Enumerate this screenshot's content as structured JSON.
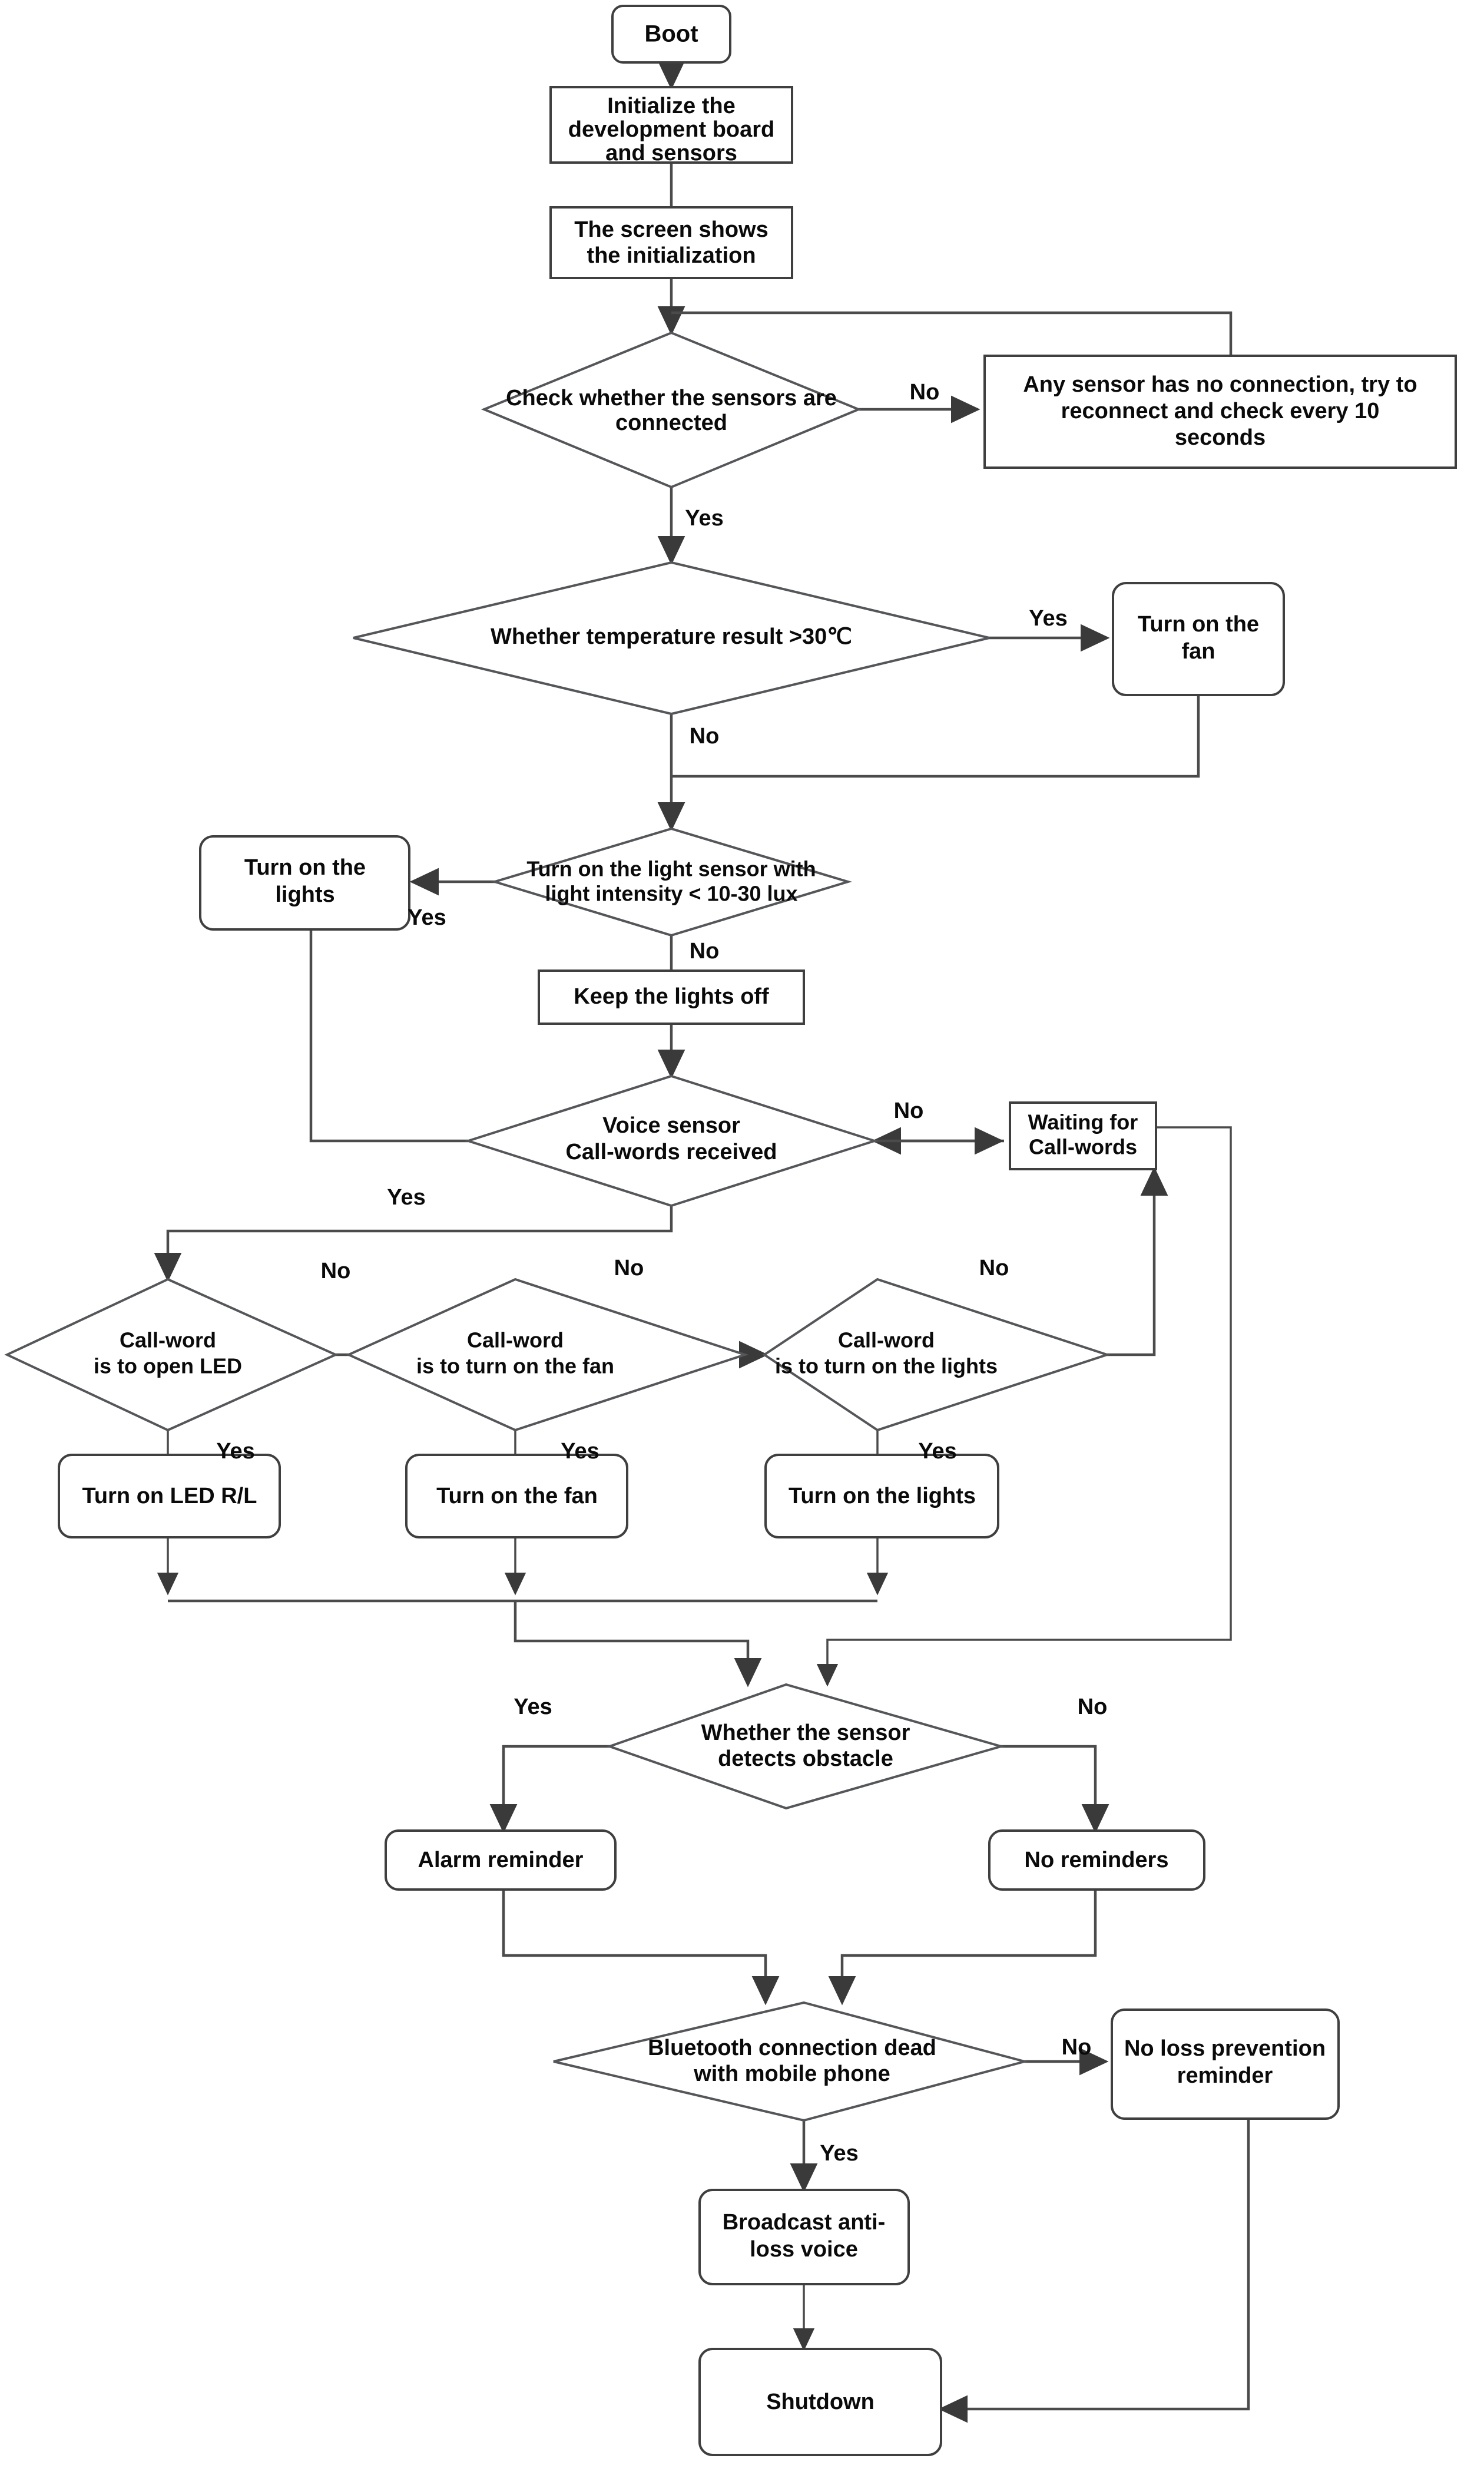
{
  "diagram": {
    "title": "Smart device firmware control flowchart",
    "type": "flowchart",
    "colors": {
      "background": "#ffffff",
      "node_stroke": "#3f3f3f",
      "diamond_stroke": "#55565a",
      "edge_stroke": "#4b4b4b",
      "text": "#0a0a0a"
    },
    "nodes": {
      "boot": {
        "label": "Boot",
        "shape": "rounded-rect"
      },
      "init": {
        "line1": "Initialize the",
        "line2": "development board",
        "line3": "and sensors",
        "shape": "rect"
      },
      "screen_init": {
        "line1": "The screen shows",
        "line2": "the initialization",
        "shape": "rect"
      },
      "check_sensors": {
        "line1": "Check whether the sensors are",
        "line2": "connected",
        "shape": "diamond"
      },
      "no_connection": {
        "line1": "Any sensor has no connection, try to",
        "line2": "reconnect and check every 10",
        "line3": "seconds",
        "shape": "rect"
      },
      "temp_check": {
        "line1": "Whether temperature result >30℃",
        "shape": "diamond"
      },
      "turn_on_fan_temp": {
        "line1": "Turn on the",
        "line2": "fan",
        "shape": "rounded-rect"
      },
      "light_sensor": {
        "line1": "Turn on the light sensor with",
        "line2": "light intensity < 10-30 lux",
        "shape": "diamond"
      },
      "turn_on_lights_auto": {
        "line1": "Turn on the",
        "line2": "lights",
        "shape": "rounded-rect"
      },
      "keep_lights_off": {
        "line1": "Keep the lights off",
        "shape": "rect"
      },
      "voice_sensor": {
        "line1": "Voice sensor",
        "line2": "Call-words received",
        "shape": "diamond"
      },
      "waiting_callwords": {
        "line1": "Waiting for",
        "line2": "Call-words",
        "shape": "rect"
      },
      "cw_led": {
        "line1": "Call-word",
        "line2": "is to open LED",
        "shape": "diamond"
      },
      "cw_fan": {
        "line1": "Call-word",
        "line2": "is to turn on the fan",
        "shape": "diamond"
      },
      "cw_lights": {
        "line1": "Call-word",
        "line2": "is to turn on the lights",
        "shape": "diamond"
      },
      "do_led": {
        "line1": "Turn on LED R/L",
        "shape": "rounded-rect"
      },
      "do_fan": {
        "line1": "Turn on the fan",
        "shape": "rounded-rect"
      },
      "do_lights": {
        "line1": "Turn on the lights",
        "shape": "rounded-rect"
      },
      "obstacle": {
        "line1": "Whether the sensor",
        "line2": "detects obstacle",
        "shape": "diamond"
      },
      "alarm": {
        "line1": "Alarm reminder",
        "shape": "rounded-rect"
      },
      "no_reminders": {
        "line1": "No reminders",
        "shape": "rounded-rect"
      },
      "bluetooth": {
        "line1": "Bluetooth connection dead",
        "line2": "with mobile phone",
        "shape": "diamond"
      },
      "no_loss": {
        "line1": "No loss prevention",
        "line2": "reminder",
        "shape": "rounded-rect"
      },
      "broadcast": {
        "line1": "Broadcast anti-",
        "line2": "loss voice",
        "shape": "rounded-rect"
      },
      "shutdown": {
        "line1": "Shutdown",
        "shape": "rounded-rect"
      }
    },
    "edge_labels": {
      "check_sensors_no": "No",
      "check_sensors_yes": "Yes",
      "temp_yes": "Yes",
      "temp_no": "No",
      "light_yes": "Yes",
      "light_no": "No",
      "voice_no": "No",
      "voice_yes": "Yes",
      "cw_led_no": "No",
      "cw_led_yes": "Yes",
      "cw_fan_no": "No",
      "cw_fan_yes": "Yes",
      "cw_lights_no": "No",
      "cw_lights_yes": "Yes",
      "obstacle_yes": "Yes",
      "obstacle_no": "No",
      "bluetooth_no": "No",
      "bluetooth_yes": "Yes"
    }
  }
}
